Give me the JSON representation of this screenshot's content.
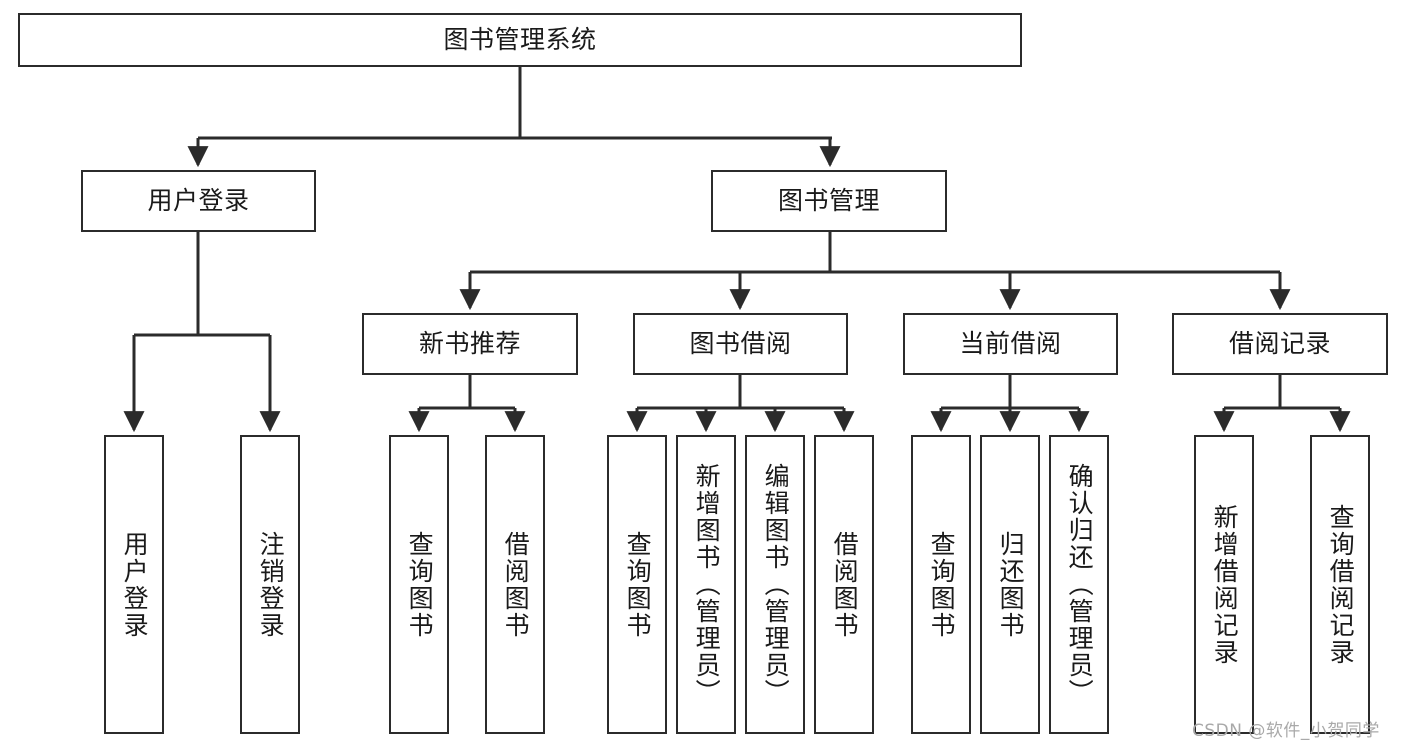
{
  "diagram": {
    "title": "图书管理系统",
    "type": "tree-hierarchy-chart",
    "orientation": "top-down",
    "colors": {
      "stroke": "#2b2b2b",
      "fill": "#ffffff",
      "text": "#1a1a1a",
      "watermark": "#a9a9a9"
    },
    "nodes": {
      "root": {
        "label": "图书管理系统"
      },
      "level2": [
        {
          "id": "user-login",
          "label": "用户登录"
        },
        {
          "id": "book-management",
          "label": "图书管理"
        }
      ],
      "level3": [
        {
          "id": "new-book-recommend",
          "label": "新书推荐"
        },
        {
          "id": "book-borrow",
          "label": "图书借阅"
        },
        {
          "id": "current-borrow",
          "label": "当前借阅"
        },
        {
          "id": "borrow-record",
          "label": "借阅记录"
        }
      ],
      "leaves": {
        "user-login": [
          {
            "id": "leaf-user-login",
            "label": "用户登录"
          },
          {
            "id": "leaf-logout-login",
            "label": "注销登录"
          }
        ],
        "new-book-recommend": [
          {
            "id": "leaf-query-book-1",
            "label": "查询图书"
          },
          {
            "id": "leaf-borrow-book-1",
            "label": "借阅图书"
          }
        ],
        "book-borrow": [
          {
            "id": "leaf-query-book-2",
            "label": "查询图书"
          },
          {
            "id": "leaf-add-book",
            "label": "新增图书（管理员）"
          },
          {
            "id": "leaf-edit-book",
            "label": "编辑图书（管理员）"
          },
          {
            "id": "leaf-borrow-book-2",
            "label": "借阅图书"
          }
        ],
        "current-borrow": [
          {
            "id": "leaf-query-book-3",
            "label": "查询图书"
          },
          {
            "id": "leaf-return-book",
            "label": "归还图书"
          },
          {
            "id": "leaf-confirm-return",
            "label": "确认归还（管理员）"
          }
        ],
        "borrow-record": [
          {
            "id": "leaf-add-record",
            "label": "新增借阅记录"
          },
          {
            "id": "leaf-query-record",
            "label": "查询借阅记录"
          }
        ]
      }
    }
  },
  "watermark": {
    "text": "CSDN @软件_小贺同学"
  }
}
